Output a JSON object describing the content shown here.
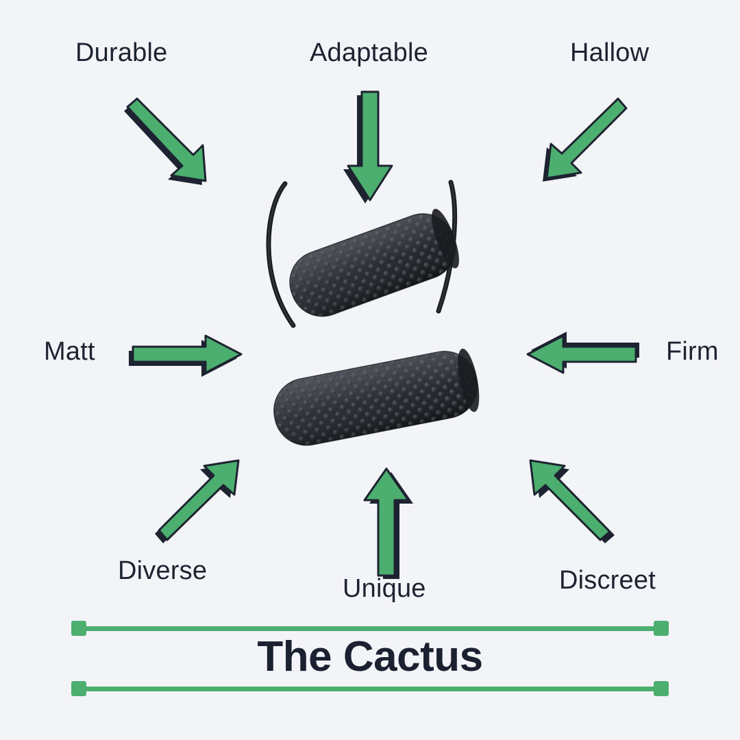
{
  "canvas": {
    "background_color": "#f3f4f8",
    "accent_green": "#4CAE6F",
    "ink_navy": "#1d2330"
  },
  "title": {
    "text": "The Cactus"
  },
  "features": [
    {
      "id": "durable",
      "label": "Durable",
      "arrow": "arrow-down-right-diagonal"
    },
    {
      "id": "adaptable",
      "label": "Adaptable",
      "arrow": "arrow-down"
    },
    {
      "id": "hallow",
      "label": "Hallow",
      "arrow": "arrow-down-left-diagonal"
    },
    {
      "id": "matt",
      "label": "Matt",
      "arrow": "arrow-right"
    },
    {
      "id": "firm",
      "label": "Firm",
      "arrow": "arrow-left"
    },
    {
      "id": "diverse",
      "label": "Diverse",
      "arrow": "arrow-up-right-diagonal"
    },
    {
      "id": "unique",
      "label": "Unique",
      "arrow": "arrow-up"
    },
    {
      "id": "discreet",
      "label": "Discreet",
      "arrow": "arrow-up-left-diagonal"
    }
  ],
  "product_image": {
    "description": "black textured nubbed cylinder with cord lanyard"
  }
}
